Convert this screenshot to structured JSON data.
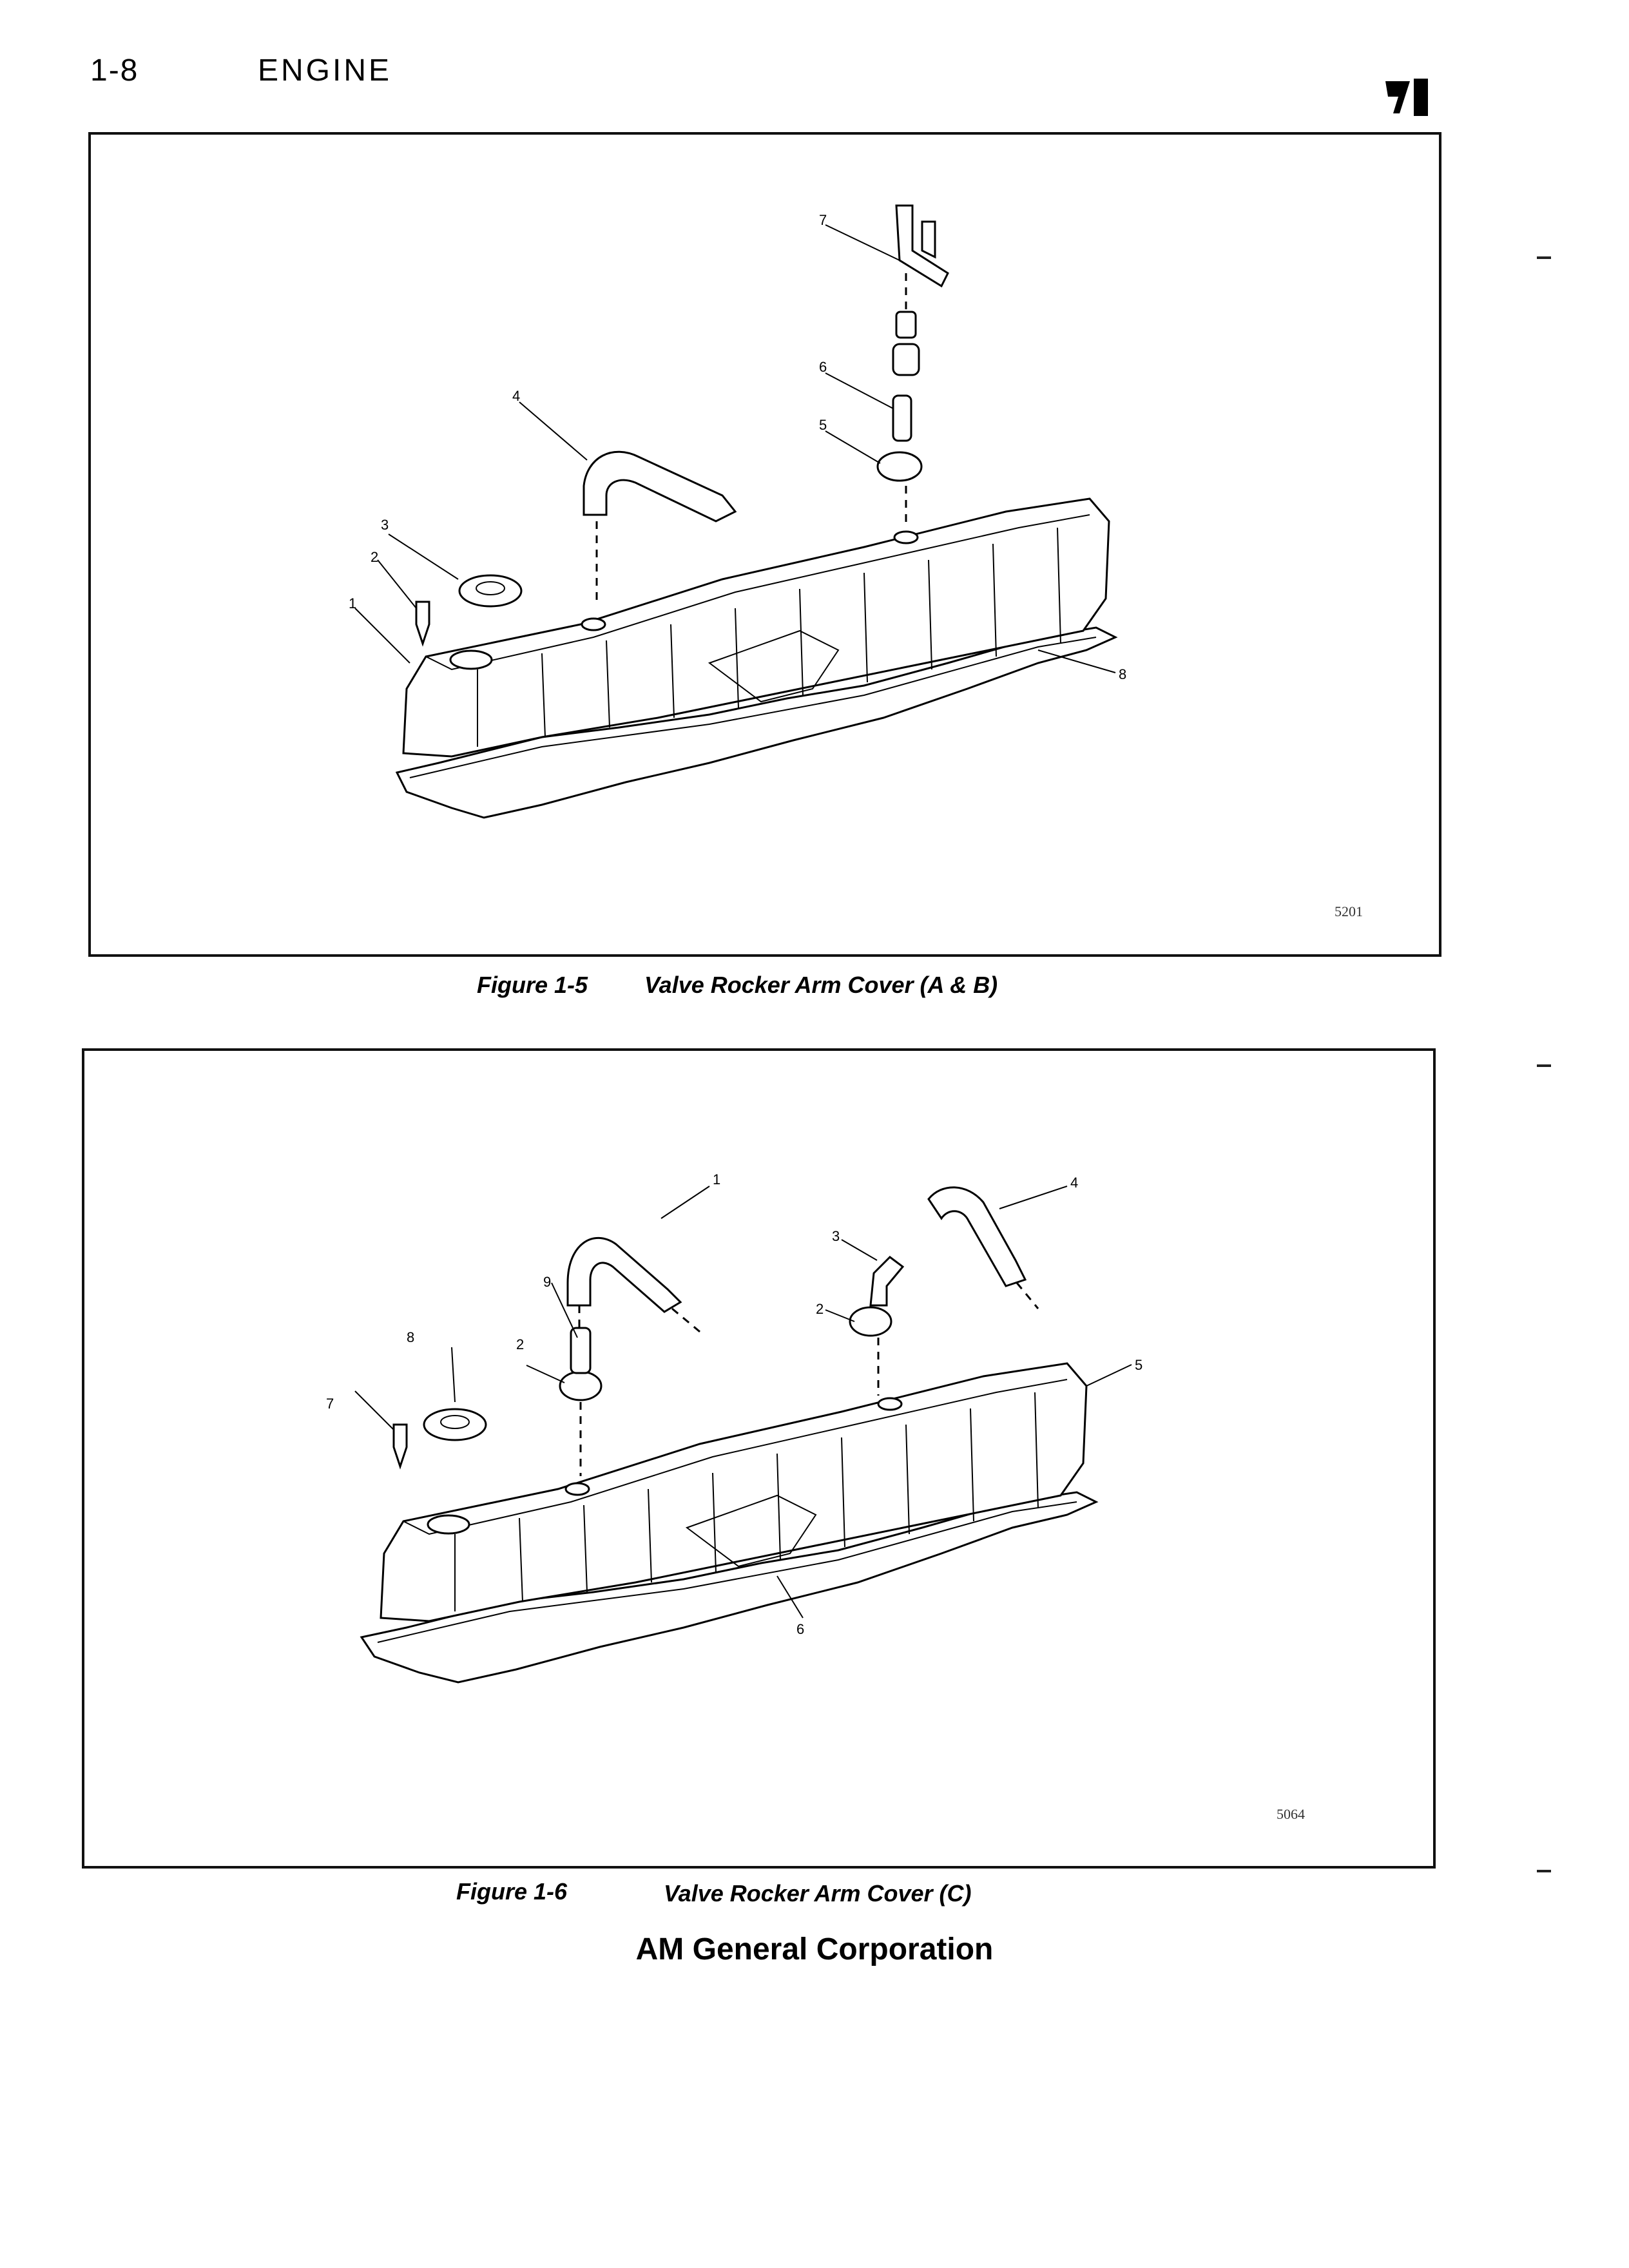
{
  "header": {
    "page_number": "1-8",
    "section_title": "ENGINE"
  },
  "figure_1": {
    "callouts": [
      "1",
      "2",
      "3",
      "4",
      "5",
      "6",
      "7",
      "8"
    ],
    "drawing_code": "5201",
    "caption_number": "Figure 1-5",
    "caption_title": "Valve Rocker Arm Cover (A & B)"
  },
  "figure_2": {
    "callouts": [
      "1",
      "2",
      "2",
      "3",
      "4",
      "5",
      "6",
      "7",
      "8",
      "9"
    ],
    "drawing_code": "5064",
    "caption_number": "Figure 1-6",
    "caption_title": "Valve Rocker Arm Cover (C)"
  },
  "footer": {
    "company": "AM General Corporation"
  }
}
